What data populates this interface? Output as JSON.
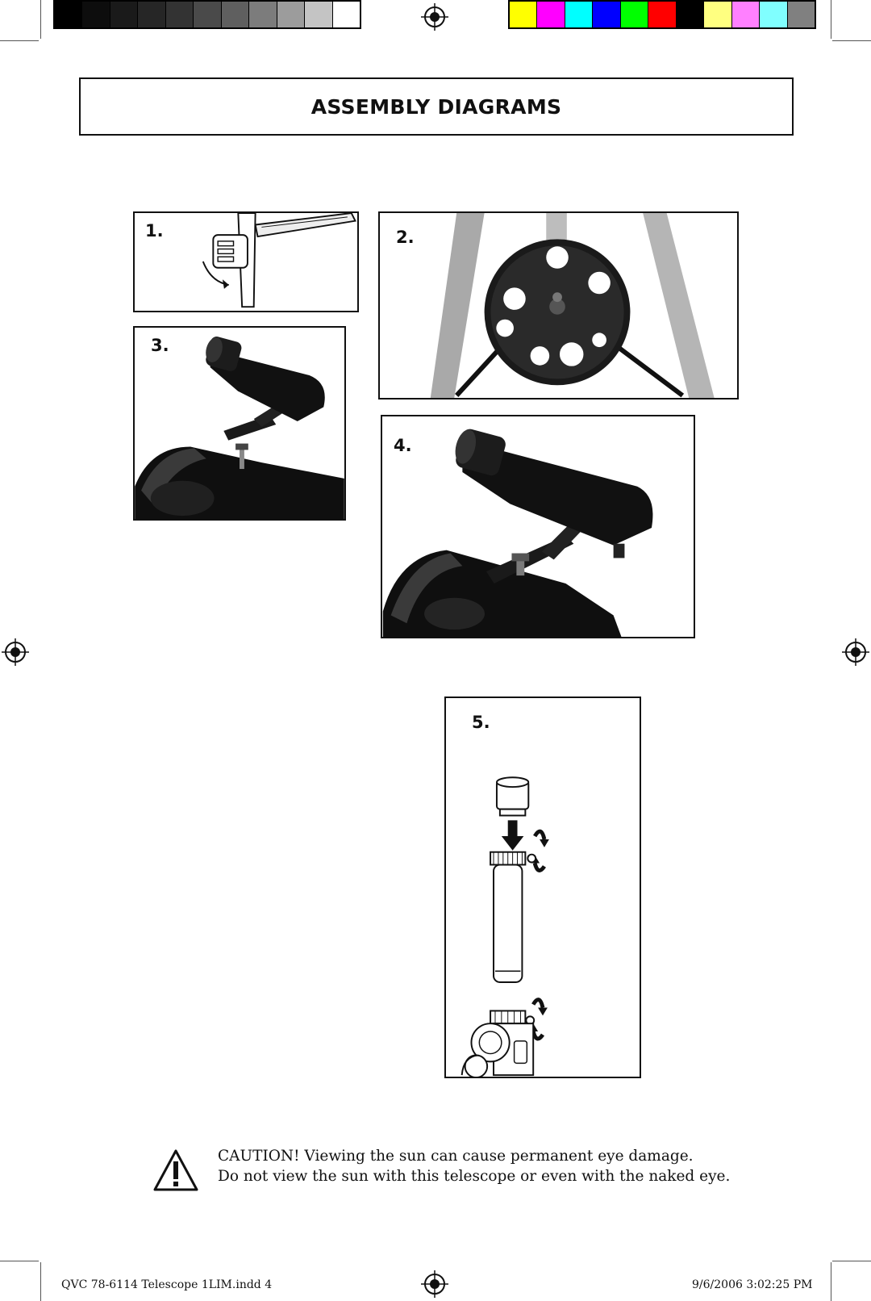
{
  "header": {
    "grayscale_swatches": [
      "#000000",
      "#0d0d0d",
      "#1a1a1a",
      "#262626",
      "#333333",
      "#4a4a4a",
      "#5f5f5f",
      "#7c7c7c",
      "#9c9c9c",
      "#c4c4c4",
      "#ffffff"
    ],
    "color_swatches": [
      "#ffff00",
      "#ff00ff",
      "#00ffff",
      "#0000ff",
      "#00ff00",
      "#ff0000",
      "#000000",
      "#ffff80",
      "#ff80ff",
      "#80ffff",
      "#808080"
    ]
  },
  "title": "ASSEMBLY DIAGRAMS",
  "figures": {
    "fig1": "1.",
    "fig2": "2.",
    "fig3": "3.",
    "fig4": "4.",
    "fig5": "5."
  },
  "caution": {
    "line1": "CAUTION! Viewing the sun can cause permanent eye damage.",
    "line2": "Do not view the sun with this telescope or even with the naked eye."
  },
  "footer": {
    "left": "QVC 78-6114 Telescope 1LIM.indd   4",
    "right": "9/6/2006   3:02:25 PM"
  }
}
